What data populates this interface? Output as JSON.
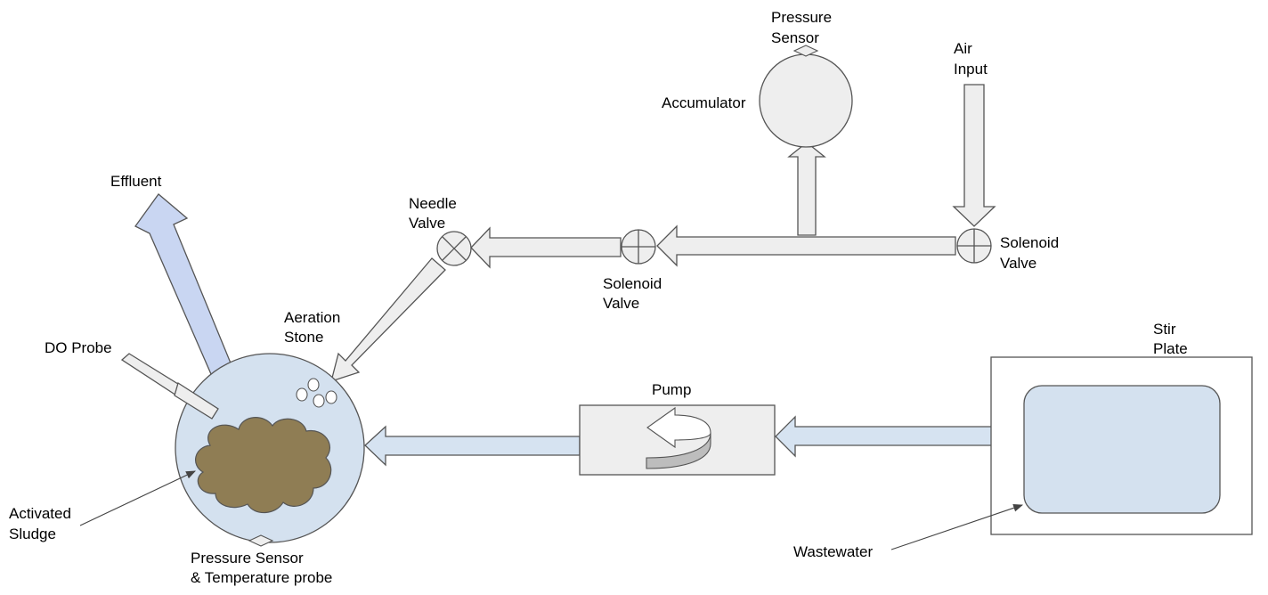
{
  "labels": {
    "pressure_sensor_top": [
      "Pressure",
      "Sensor"
    ],
    "accumulator": "Accumulator",
    "air_input": [
      "Air",
      "Input"
    ],
    "solenoid_valve_right": [
      "Solenoid",
      "Valve"
    ],
    "solenoid_valve_mid": [
      "Solenoid",
      "Valve"
    ],
    "needle_valve": [
      "Needle",
      "Valve"
    ],
    "effluent": "Effluent",
    "aeration_stone": [
      "Aeration",
      "Stone"
    ],
    "do_probe": "DO Probe",
    "activated_sludge": [
      "Activated",
      "Sludge"
    ],
    "pressure_temp_probe": [
      "Pressure Sensor",
      "& Temperature probe"
    ],
    "pump": "Pump",
    "stir_plate": [
      "Stir",
      "Plate"
    ],
    "wastewater": "Wastewater"
  },
  "colors": {
    "air_line": "#eeeeee",
    "liquid_line": "#d6e3f1",
    "effluent_line": "#c9d6f2",
    "reactor_fill": "#d4e1ef",
    "sludge": "#8f7d54",
    "outline": "#555555"
  },
  "icons": {
    "needle_valve": "x-in-circle-icon",
    "solenoid_valve": "plus-in-circle-icon",
    "pump_rotation": "curved-arrow-icon",
    "pressure_sensor": "diamond-icon"
  }
}
